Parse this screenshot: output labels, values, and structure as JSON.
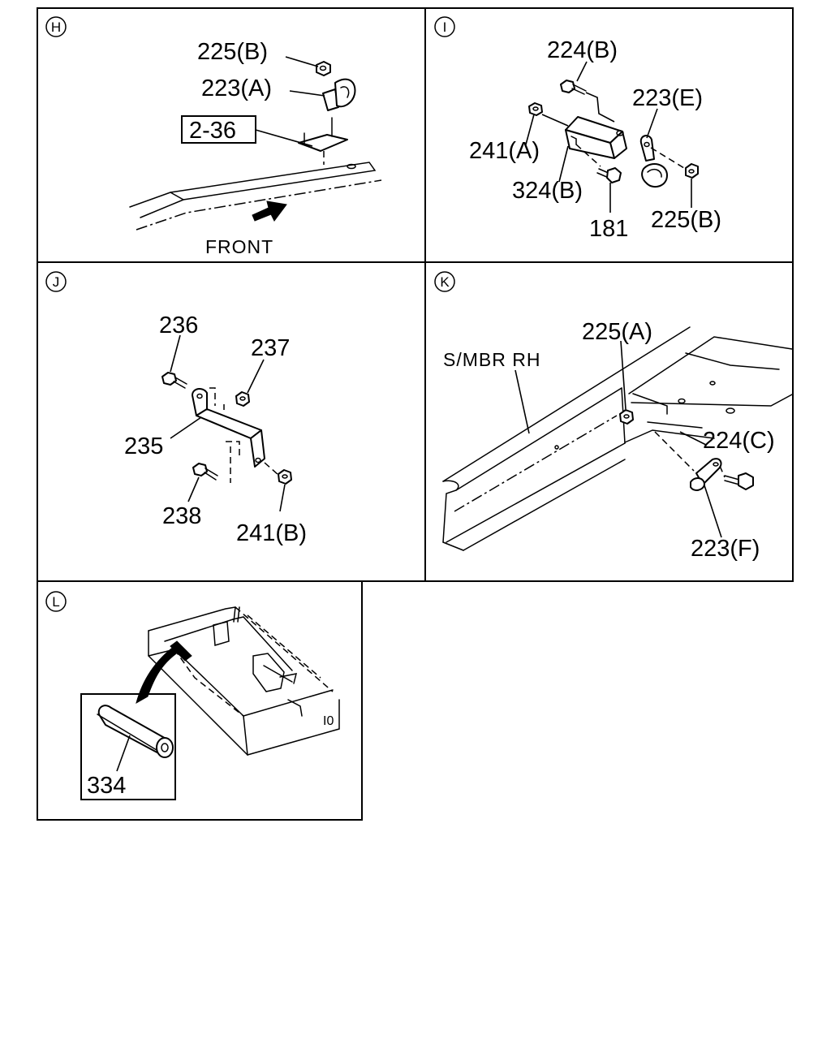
{
  "panels": {
    "H": {
      "id": "H",
      "labels": {
        "nut": "225(B)",
        "clip": "223(A)",
        "ref": "2-36"
      },
      "front_label": "FRONT"
    },
    "I": {
      "id": "I",
      "labels": {
        "bolt": "224(B)",
        "clip": "223(E)",
        "nut_a": "241(A)",
        "bracket": "324(B)",
        "bolt_181": "181",
        "nut_b": "225(B)"
      }
    },
    "J": {
      "id": "J",
      "labels": {
        "bolt_236": "236",
        "nut_237": "237",
        "bracket_235": "235",
        "bolt_238": "238",
        "nut_241": "241(B)"
      }
    },
    "K": {
      "id": "K",
      "labels": {
        "member": "S/MBR RH",
        "nut": "225(A)",
        "bolt": "224(C)",
        "clip": "223(F)"
      }
    },
    "L": {
      "id": "L",
      "labels": {
        "trim": "334"
      }
    }
  }
}
